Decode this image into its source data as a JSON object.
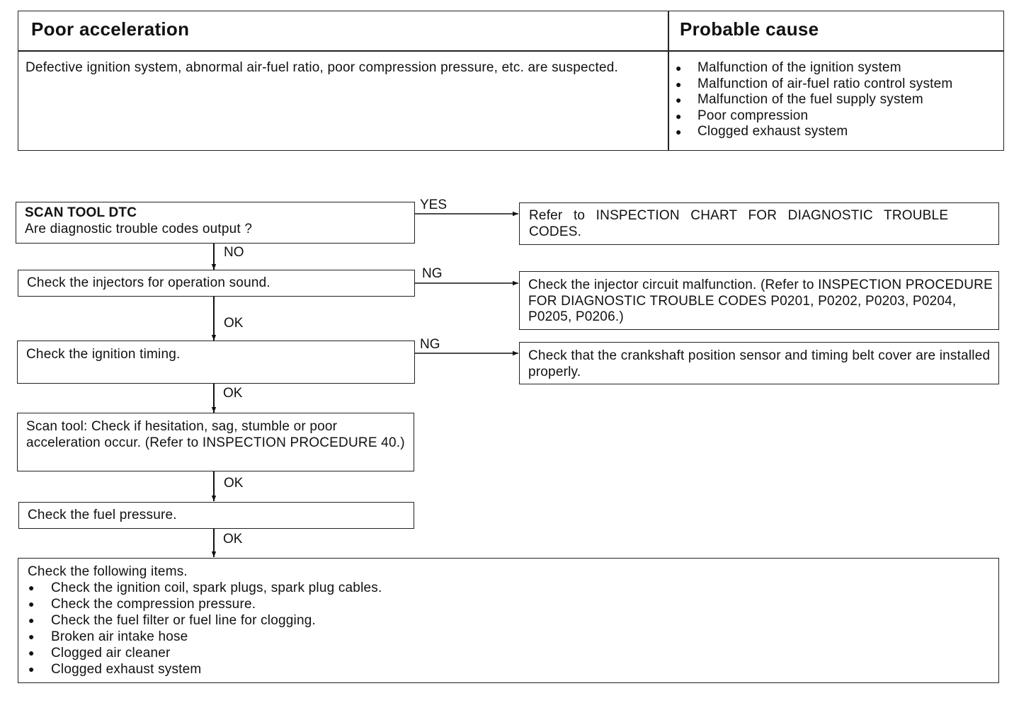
{
  "header_table": {
    "symptom_title": "Poor acceleration",
    "cause_title": "Probable cause",
    "description": "Defective ignition system, abnormal air-fuel ratio, poor compression pressure, etc. are suspected.",
    "causes": [
      "Malfunction of the ignition system",
      "Malfunction of air-fuel ratio control system",
      "Malfunction of the fuel supply system",
      "Poor compression",
      "Clogged exhaust system"
    ]
  },
  "flow": {
    "step1": {
      "title": "SCAN TOOL DTC",
      "text": "Are diagnostic trouble codes output ?",
      "branch_label": "YES",
      "result": "Refer to INSPECTION CHART FOR DIAGNOSTIC TROUBLE CODES.",
      "next_label": "NO"
    },
    "step2": {
      "text": "Check the injectors for operation sound.",
      "branch_label": "NG",
      "result": "Check the injector circuit malfunction. (Refer to INSPECTION PROCEDURE FOR DIAGNOSTIC TROUBLE CODES P0201, P0202, P0203, P0204, P0205, P0206.)",
      "next_label": "OK"
    },
    "step3": {
      "text": "Check the ignition timing.",
      "branch_label": "NG",
      "result": "Check that the crankshaft position sensor and timing belt cover are installed properly.",
      "next_label": "OK"
    },
    "step4": {
      "text": "Scan tool: Check if hesitation, sag, stumble or poor acceleration occur. (Refer to INSPECTION PROCEDURE 40.)",
      "next_label": "OK"
    },
    "step5": {
      "text": "Check the fuel pressure.",
      "next_label": "OK"
    },
    "step6": {
      "title": "Check the following items.",
      "items": [
        "Check the ignition coil, spark plugs, spark plug cables.",
        "Check the compression pressure.",
        "Check the fuel filter or fuel line for clogging.",
        "Broken air intake hose",
        "Clogged air cleaner",
        "Clogged exhaust system"
      ]
    }
  }
}
